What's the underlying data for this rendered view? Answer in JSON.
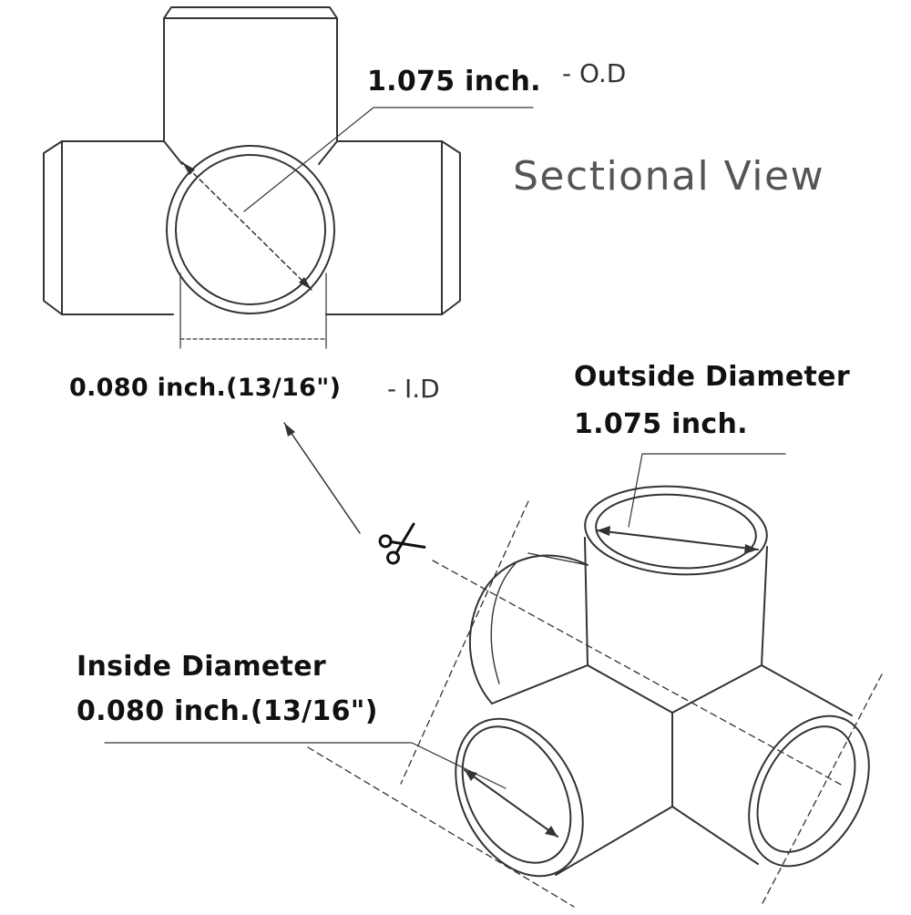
{
  "title": "Sectional View",
  "top_view": {
    "od_value": "1.075 inch.",
    "od_suffix": "- O.D",
    "id_value": "0.080 inch.(13/16\")",
    "id_suffix": "- I.D"
  },
  "iso_view": {
    "outside_title": "Outside Diameter",
    "outside_value": "1.075 inch.",
    "inside_title": "Inside Diameter",
    "inside_value": "0.080 inch.(13/16\")"
  },
  "icons": {
    "cut": "scissors-icon"
  },
  "colors": {
    "line": "#333333",
    "label": "#111111",
    "title": "#555555",
    "background": "#ffffff"
  }
}
